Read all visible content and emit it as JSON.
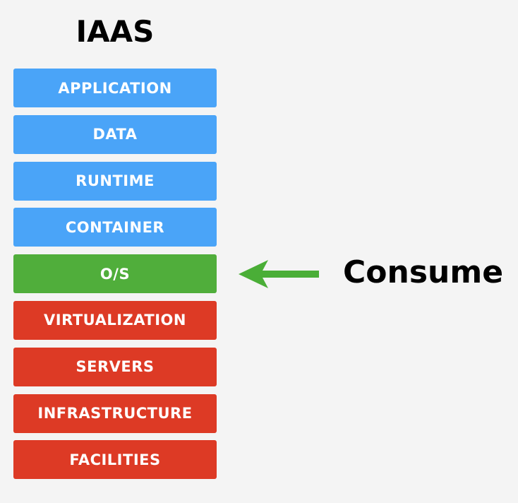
{
  "title": "IAAS",
  "layers": [
    {
      "label": "APPLICATION",
      "color": "#4aa4f8"
    },
    {
      "label": "DATA",
      "color": "#4aa4f8"
    },
    {
      "label": "RUNTIME",
      "color": "#4aa4f8"
    },
    {
      "label": "CONTAINER",
      "color": "#4aa4f8"
    },
    {
      "label": "O/S",
      "color": "#50ae3b"
    },
    {
      "label": "VIRTUALIZATION",
      "color": "#dd3a25"
    },
    {
      "label": "SERVERS",
      "color": "#dd3a25"
    },
    {
      "label": "INFRASTRUCTURE",
      "color": "#dd3a25"
    },
    {
      "label": "FACILITIES",
      "color": "#dd3a25"
    }
  ],
  "pointer": {
    "label": "Consume",
    "color": "#4aae37",
    "icon": "arrow-left-icon"
  }
}
